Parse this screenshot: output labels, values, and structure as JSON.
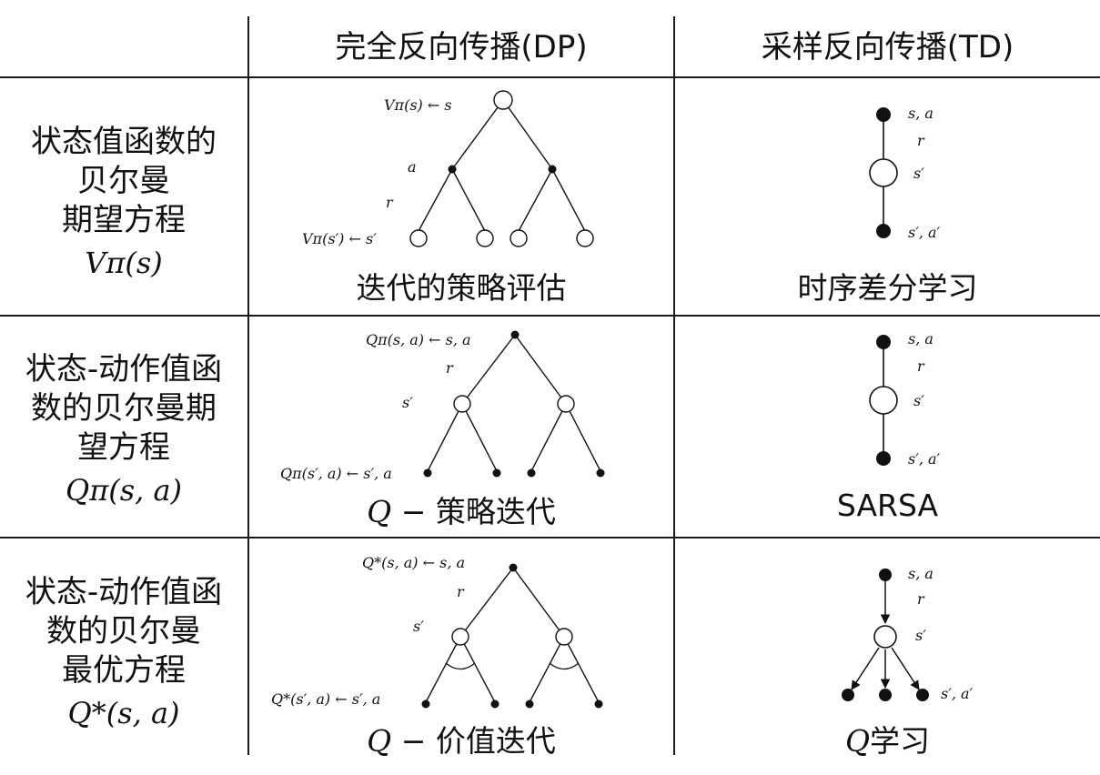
{
  "headers": {
    "dp": "完全反向传播(DP)",
    "td": "采样反向传播(TD)"
  },
  "rows": [
    {
      "label_lines": [
        "状态值函数的",
        "贝尔曼",
        "期望方程"
      ],
      "label_math": "Vπ(s)",
      "dp": {
        "root_label": "Vπ(s) ← s",
        "action_label": "a",
        "reward_label": "r",
        "leaf_label": "Vπ(s′) ← s′",
        "caption": "迭代的策略评估"
      },
      "td": {
        "top_label": "s, a",
        "reward_label": "r",
        "mid_label": "s′",
        "bottom_label": "s′, a′",
        "caption": "时序差分学习"
      }
    },
    {
      "label_lines": [
        "状态-动作值函",
        "数的贝尔曼期",
        "望方程"
      ],
      "label_math": "Qπ(s, a)",
      "dp": {
        "root_label": "Qπ(s, a) ← s, a",
        "reward_label": "r",
        "state_label": "s′",
        "leaf_label": "Qπ(s′, a) ← s′, a",
        "caption_math": "Q",
        "caption_text": " − 策略迭代"
      },
      "td": {
        "top_label": "s, a",
        "reward_label": "r",
        "mid_label": "s′",
        "bottom_label": "s′, a′",
        "caption": "SARSA"
      }
    },
    {
      "label_lines": [
        "状态-动作值函",
        "数的贝尔曼",
        "最优方程"
      ],
      "label_math": "Q*(s, a)",
      "dp": {
        "root_label": "Q*(s, a) ← s, a",
        "reward_label": "r",
        "state_label": "s′",
        "leaf_label": "Q*(s′, a) ← s′, a",
        "caption_math": "Q",
        "caption_text": " − 价值迭代"
      },
      "td": {
        "top_label": "s, a",
        "reward_label": "r",
        "mid_label": "s′",
        "bottom_label": "s′, a′",
        "caption_math": "Q",
        "caption_text": "学习"
      }
    }
  ]
}
